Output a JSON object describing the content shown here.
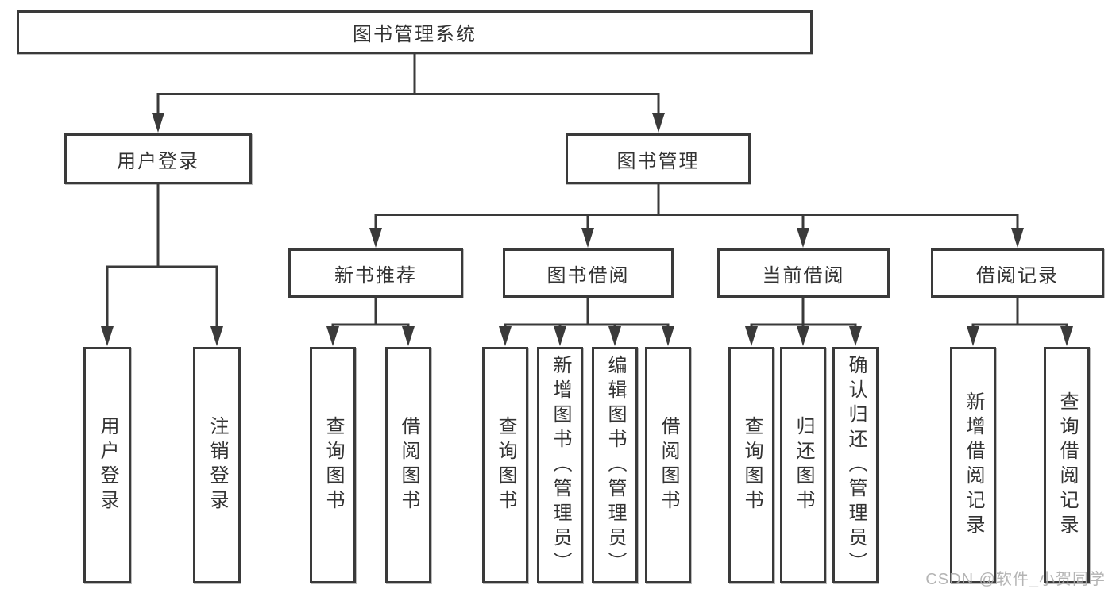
{
  "tree": {
    "label": "图书管理系统",
    "children": [
      {
        "label": "用户登录",
        "children": [
          {
            "label": "用户登录"
          },
          {
            "label": "注销登录"
          }
        ]
      },
      {
        "label": "图书管理",
        "children": [
          {
            "label": "新书推荐",
            "children": [
              {
                "label": "查询图书"
              },
              {
                "label": "借阅图书"
              }
            ]
          },
          {
            "label": "图书借阅",
            "children": [
              {
                "label": "查询图书"
              },
              {
                "label": "新增图书（管理员）"
              },
              {
                "label": "编辑图书（管理员）"
              },
              {
                "label": "借阅图书"
              }
            ]
          },
          {
            "label": "当前借阅",
            "children": [
              {
                "label": "查询图书"
              },
              {
                "label": "归还图书"
              },
              {
                "label": "确认归还（管理员）"
              }
            ]
          },
          {
            "label": "借阅记录",
            "children": [
              {
                "label": "新增借阅记录"
              },
              {
                "label": "查询借阅记录"
              }
            ]
          }
        ]
      }
    ]
  },
  "watermark": "CSDN @软件_小贺同学",
  "colors": {
    "line": "#3a3a3a",
    "text": "#333333",
    "background": "#ffffff",
    "watermark": "#acacac"
  }
}
